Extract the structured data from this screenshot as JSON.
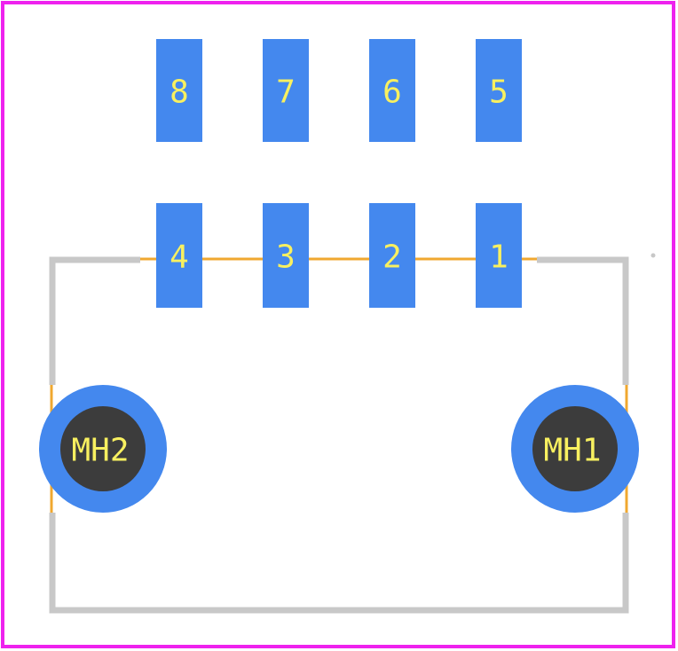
{
  "colors": {
    "courtyard": "#ee22ee",
    "pad": "#4488ee",
    "silkscreen": "#c8c8c8",
    "assembly": "#f0a830",
    "label": "#f8f060",
    "hole": "#3c3c3c"
  },
  "pads": [
    {
      "id": "pad-8",
      "label": "8"
    },
    {
      "id": "pad-7",
      "label": "7"
    },
    {
      "id": "pad-6",
      "label": "6"
    },
    {
      "id": "pad-5",
      "label": "5"
    },
    {
      "id": "pad-4",
      "label": "4"
    },
    {
      "id": "pad-3",
      "label": "3"
    },
    {
      "id": "pad-2",
      "label": "2"
    },
    {
      "id": "pad-1",
      "label": "1"
    }
  ],
  "mounting_holes": [
    {
      "id": "mh2",
      "label": "MH2"
    },
    {
      "id": "mh1",
      "label": "MH1"
    }
  ]
}
